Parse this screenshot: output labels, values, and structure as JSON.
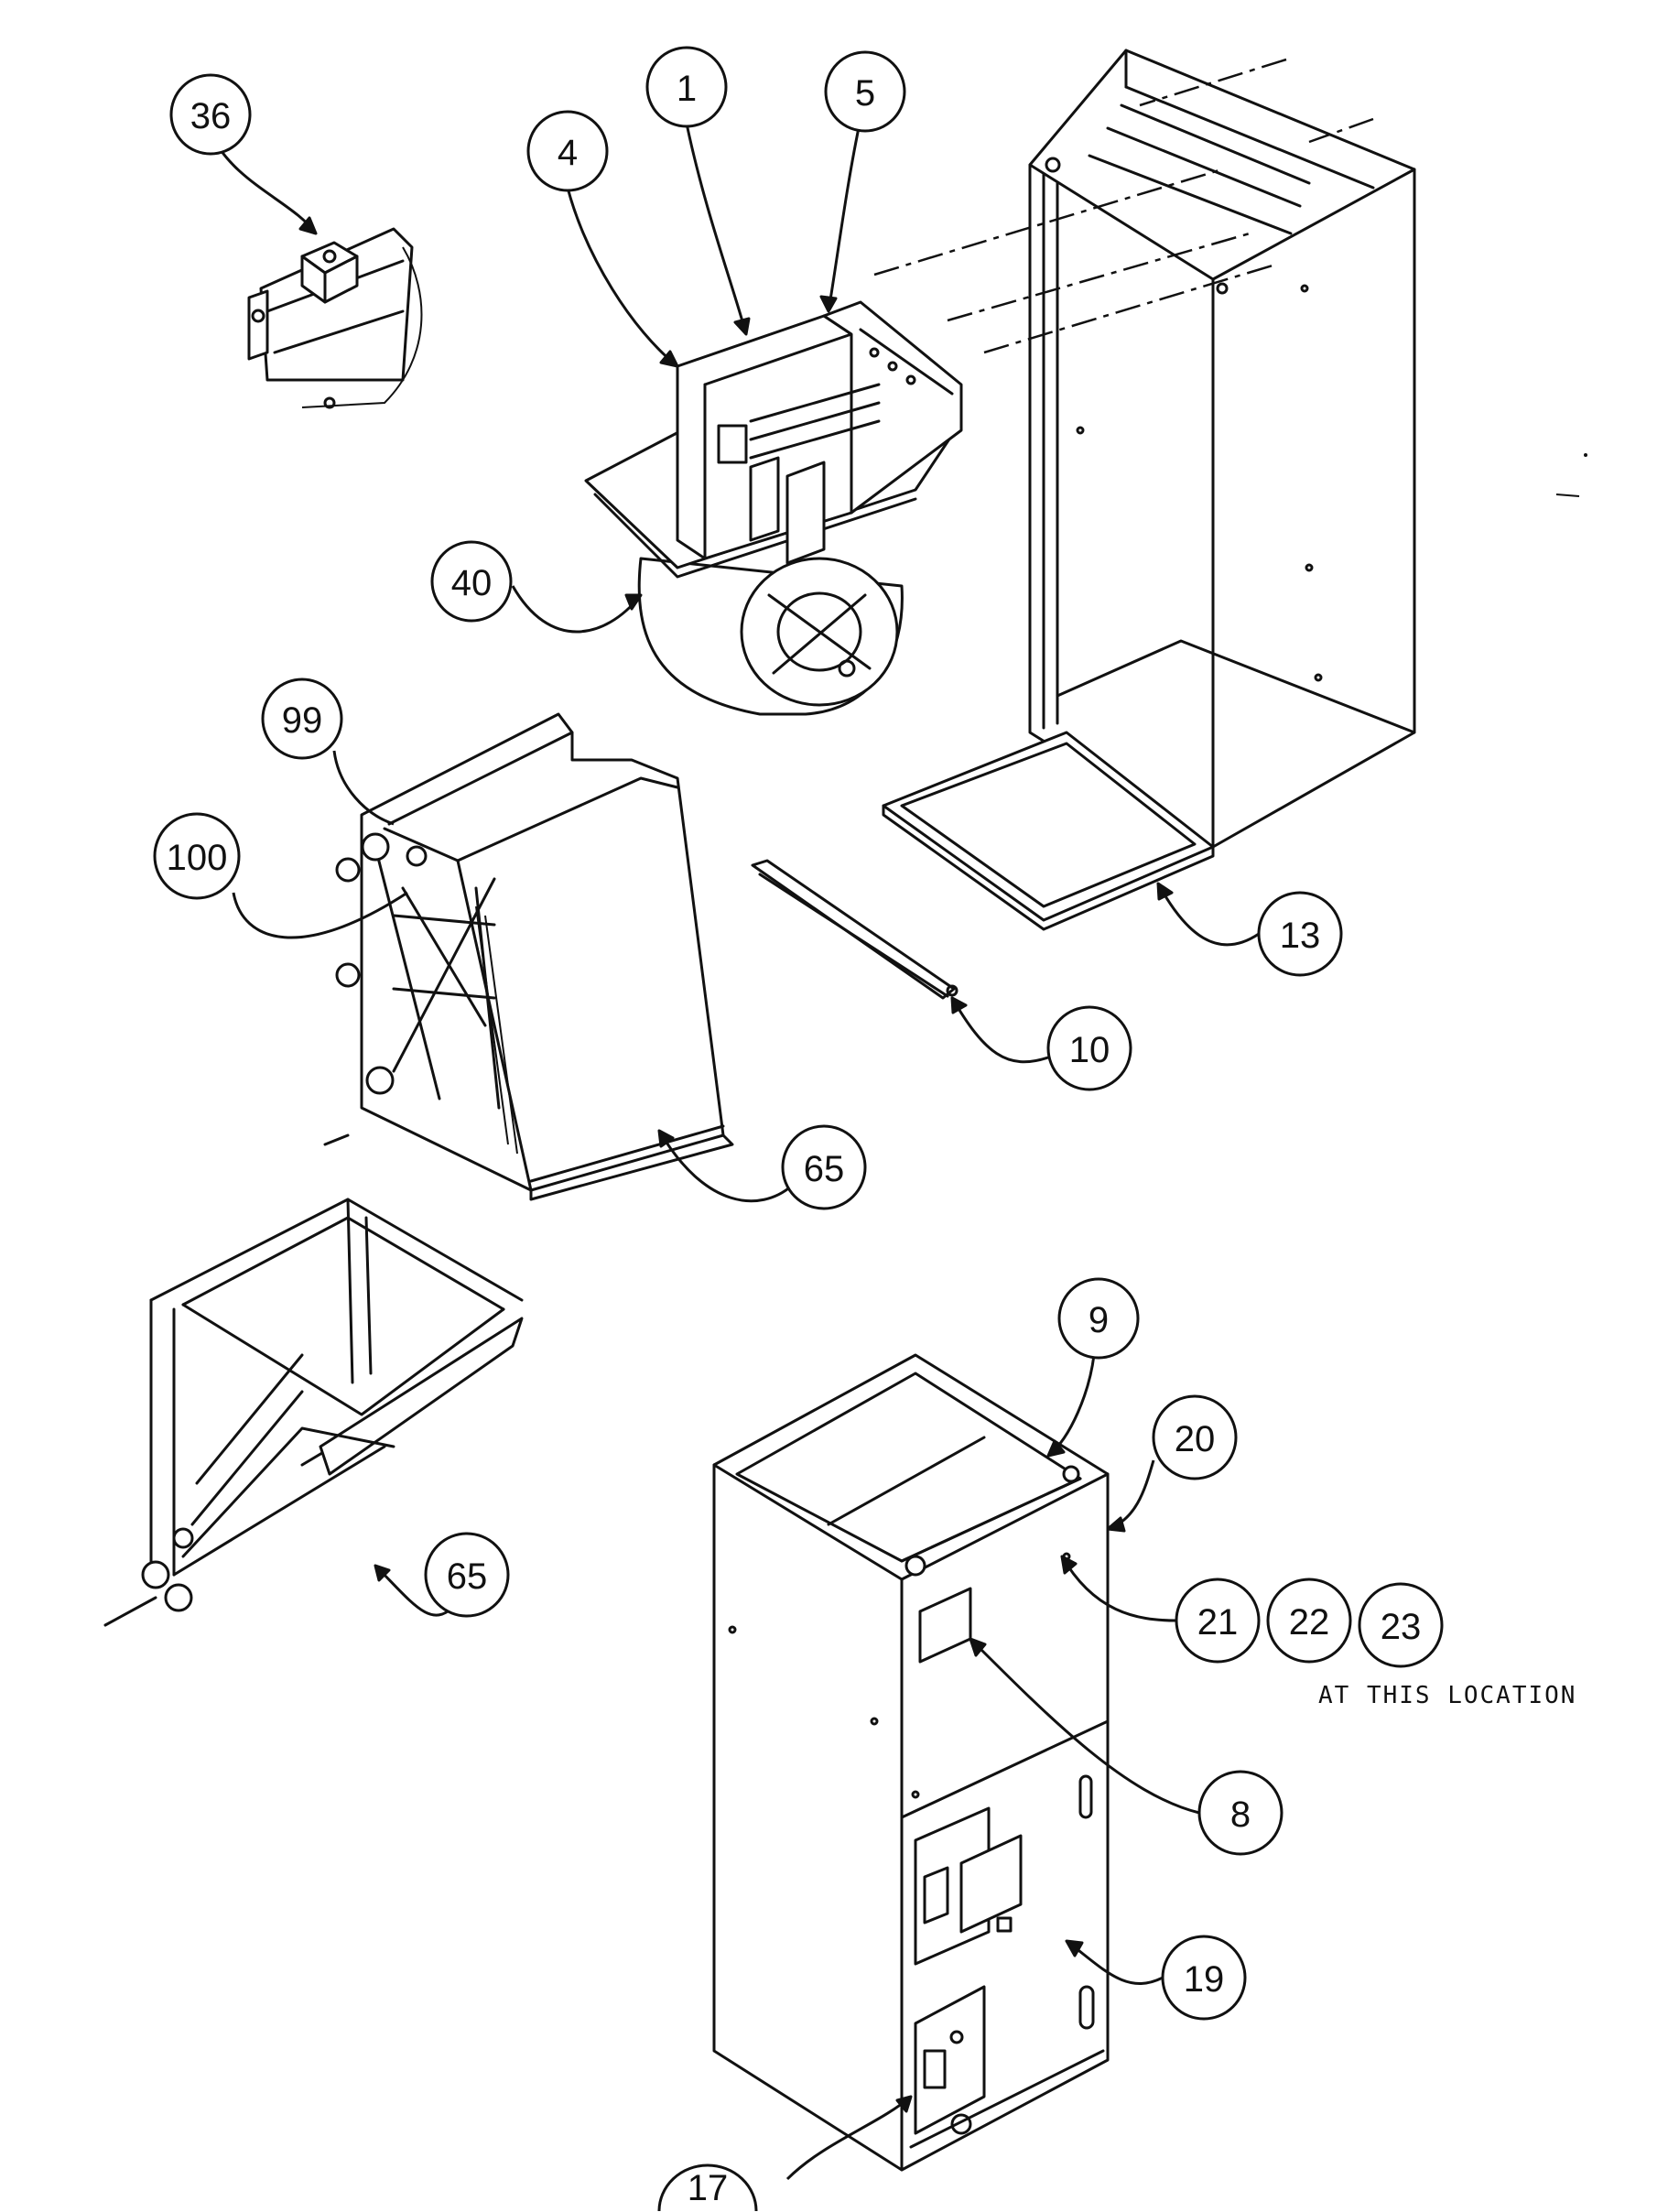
{
  "callouts": [
    {
      "label": "36"
    },
    {
      "label": "4"
    },
    {
      "label": "1"
    },
    {
      "label": "5"
    },
    {
      "label": "40"
    },
    {
      "label": "99"
    },
    {
      "label": "100"
    },
    {
      "label": "13"
    },
    {
      "label": "10"
    },
    {
      "label": "65"
    },
    {
      "label": "65"
    },
    {
      "label": "9"
    },
    {
      "label": "20"
    },
    {
      "label": "21"
    },
    {
      "label": "22"
    },
    {
      "label": "23"
    },
    {
      "label": "8"
    },
    {
      "label": "19"
    },
    {
      "label": "17"
    }
  ],
  "note": "AT THIS LOCATION"
}
